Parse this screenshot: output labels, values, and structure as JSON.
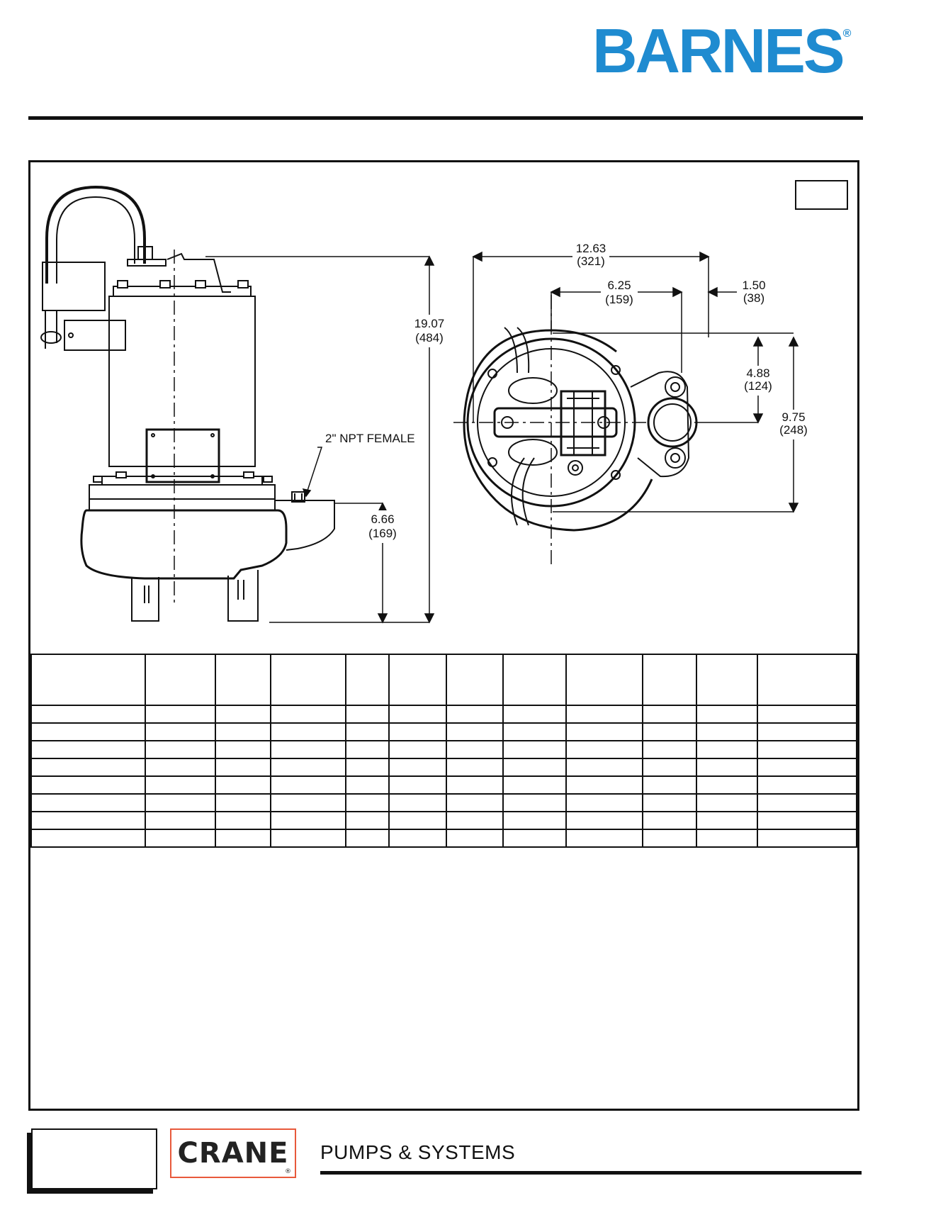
{
  "brand": {
    "name": "BARNES",
    "reg_mark": "®"
  },
  "footer": {
    "company": "CRANE",
    "reg_mark": "®",
    "tagline": "PUMPS & SYSTEMS"
  },
  "drawing": {
    "side_view": {
      "overall_height": "19.07",
      "overall_height_mm": "(484)",
      "discharge_label": "2\" NPT FEMALE",
      "discharge_height": "6.66",
      "discharge_height_mm": "(169)"
    },
    "top_view": {
      "overall_width": "12.63",
      "overall_width_mm": "(321)",
      "center_to_discharge": "6.25",
      "center_to_discharge_mm": "(159)",
      "flange_offset": "1.50",
      "flange_offset_mm": "(38)",
      "half_depth": "4.88",
      "half_depth_mm": "(124)",
      "overall_depth": "9.75",
      "overall_depth_mm": "(248)"
    }
  },
  "colors": {
    "brand_blue": "#1f8bd0",
    "crane_border": "#e8593b",
    "ink": "#111111"
  }
}
